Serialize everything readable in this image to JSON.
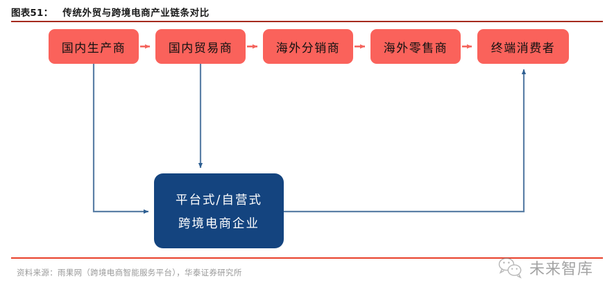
{
  "figure": {
    "label": "图表51：",
    "title": "传统外贸与跨境电商产业链条对比",
    "source_note": "资料来源：雨果网（跨境电商智能服务平台），华泰证券研究所"
  },
  "watermark": {
    "text": "未来智库",
    "icon": "wechat-bubble-icon"
  },
  "colors": {
    "node_red": "#fa625b",
    "node_blue": "#14447f",
    "title_rule": "#a52a1e",
    "footer_rule": "#e8402a",
    "connector": "#5b7fa6",
    "chain_arrow": "#f4635c",
    "node_red_text": "#111111",
    "node_blue_text": "#ffffff",
    "source_text": "#9a9a9a"
  },
  "chain": {
    "nodes": [
      {
        "id": "domestic-manufacturer",
        "label": "国内生产商"
      },
      {
        "id": "domestic-trader",
        "label": "国内贸易商"
      },
      {
        "id": "overseas-distributor",
        "label": "海外分销商"
      },
      {
        "id": "overseas-retailer",
        "label": "海外零售商"
      },
      {
        "id": "end-consumer",
        "label": "终端消费者"
      }
    ],
    "arrows": [
      {
        "from": "domestic-manufacturer",
        "to": "domestic-trader"
      },
      {
        "from": "domestic-trader",
        "to": "overseas-distributor"
      },
      {
        "from": "overseas-distributor",
        "to": "overseas-retailer"
      },
      {
        "from": "overseas-retailer",
        "to": "end-consumer"
      }
    ]
  },
  "platform": {
    "id": "cross-border-ecommerce-platform",
    "line1": "平台式/自营式",
    "line2": "跨境电商企业"
  },
  "connectors": [
    {
      "from": "domestic-manufacturer",
      "to": "cross-border-ecommerce-platform",
      "path": "down-right-into-left"
    },
    {
      "from": "domestic-trader",
      "to": "cross-border-ecommerce-platform",
      "path": "straight-down-into-top"
    },
    {
      "from": "cross-border-ecommerce-platform",
      "to": "end-consumer",
      "path": "right-up-into-bottom"
    }
  ]
}
